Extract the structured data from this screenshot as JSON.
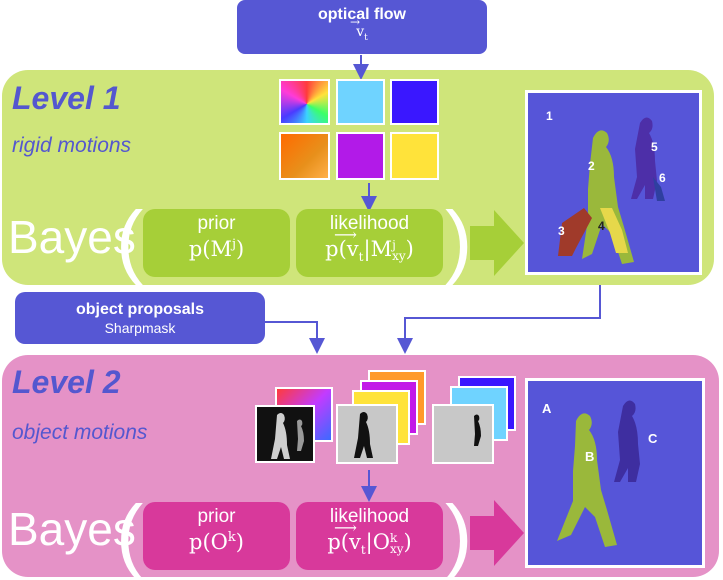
{
  "top_box": {
    "title": "optical flow",
    "formula": "v",
    "formula_sub": "t"
  },
  "level1": {
    "title": "Level 1",
    "subtitle": "rigid motions",
    "bayes": "Bayes",
    "prior": {
      "label": "prior",
      "formula_base": "p(M",
      "formula_sup": "j",
      "formula_end": ")"
    },
    "likelihood": {
      "label": "likelihood",
      "formula": "p(v",
      "v_sub": "t",
      "bar": "|M",
      "sup": "j",
      "sub": "xy",
      "end": ")"
    },
    "segment_numbers": [
      "1",
      "2",
      "3",
      "4",
      "5",
      "6"
    ],
    "colors": {
      "panel": "#cfe57a",
      "card": "#a6cf38",
      "arrow": "#a6cf38"
    }
  },
  "proposals": {
    "title": "object proposals",
    "subtitle": "Sharpmask"
  },
  "level2": {
    "title": "Level 2",
    "subtitle": "object motions",
    "bayes": "Bayes",
    "prior": {
      "label": "prior",
      "formula_base": "p(O",
      "formula_sup": "k",
      "formula_end": ")"
    },
    "likelihood": {
      "label": "likelihood",
      "formula": "p(v",
      "v_sub": "t",
      "bar": "|O",
      "sup": "k",
      "sub": "xy",
      "end": ")"
    },
    "segment_labels": [
      "A",
      "B",
      "C"
    ],
    "colors": {
      "panel": "#e592c7",
      "card": "#d8399b",
      "arrow": "#d8399b"
    }
  }
}
